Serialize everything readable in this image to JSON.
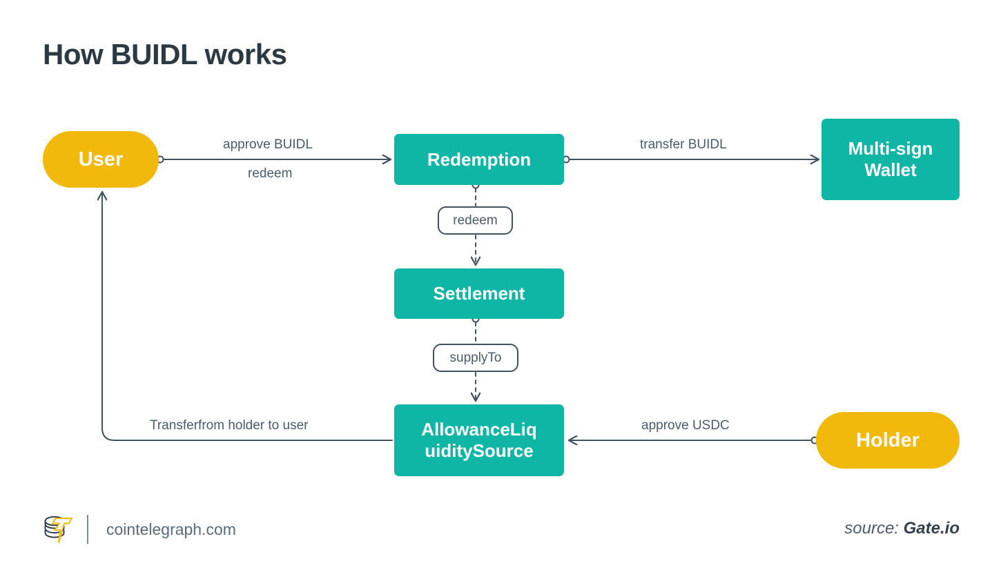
{
  "page": {
    "title": "How BUIDL works",
    "background": "#ffffff"
  },
  "colors": {
    "teal": "#0FB5A5",
    "yellow": "#F0B90B",
    "line": "#41515e",
    "text_dark": "#2b3a42",
    "text_label": "#4a5b69"
  },
  "diagram": {
    "type": "flowchart",
    "nodes": [
      {
        "id": "user",
        "label": "User",
        "shape": "pill",
        "color": "#F0B90B"
      },
      {
        "id": "redemption",
        "label": "Redemption",
        "shape": "rect",
        "color": "#0FB5A5"
      },
      {
        "id": "multisign",
        "label": "Multi-sign\nWallet",
        "shape": "rect",
        "color": "#0FB5A5"
      },
      {
        "id": "settlement",
        "label": "Settlement",
        "shape": "rect",
        "color": "#0FB5A5"
      },
      {
        "id": "allowance",
        "label": "AllowanceLiq\nuiditySource",
        "shape": "rect",
        "color": "#0FB5A5"
      },
      {
        "id": "holder",
        "label": "Holder",
        "shape": "pill",
        "color": "#F0B90B"
      }
    ],
    "node_labels": {
      "user": "User",
      "redemption": "Redemption",
      "multisign_line1": "Multi-sign",
      "multisign_line2": "Wallet",
      "settlement": "Settlement",
      "allowance_line1": "AllowanceLiq",
      "allowance_line2": "uiditySource",
      "holder": "Holder"
    },
    "edges": [
      {
        "from": "user",
        "to": "redemption",
        "label": "approve BUIDL",
        "label2": "redeem",
        "style": "solid",
        "direction": "right"
      },
      {
        "from": "redemption",
        "to": "multisign",
        "label": "transfer BUIDL",
        "style": "solid",
        "direction": "right"
      },
      {
        "from": "redemption",
        "to": "settlement",
        "label": "redeem",
        "style": "dashed",
        "direction": "down"
      },
      {
        "from": "settlement",
        "to": "allowance",
        "label": "supplyTo",
        "style": "dashed",
        "direction": "down"
      },
      {
        "from": "holder",
        "to": "allowance",
        "label": "approve USDC",
        "style": "solid",
        "direction": "left"
      },
      {
        "from": "allowance",
        "to": "user",
        "label": "Transferfrom holder to user",
        "style": "solid",
        "direction": "left-up"
      }
    ],
    "edge_labels": {
      "approve_buidl": "approve BUIDL",
      "redeem_edge": "redeem",
      "transfer_buidl": "transfer BUIDL",
      "approve_usdc": "approve USDC",
      "transferfrom": "Transferfrom holder to user"
    },
    "call_labels": {
      "redeem": "redeem",
      "supply_to": "supplyTo"
    }
  },
  "footer": {
    "logo_icon": "cointelegraph-coin-stack-icon",
    "site": "cointelegraph.com",
    "source_prefix": "source: ",
    "source_name": "Gate.io"
  }
}
